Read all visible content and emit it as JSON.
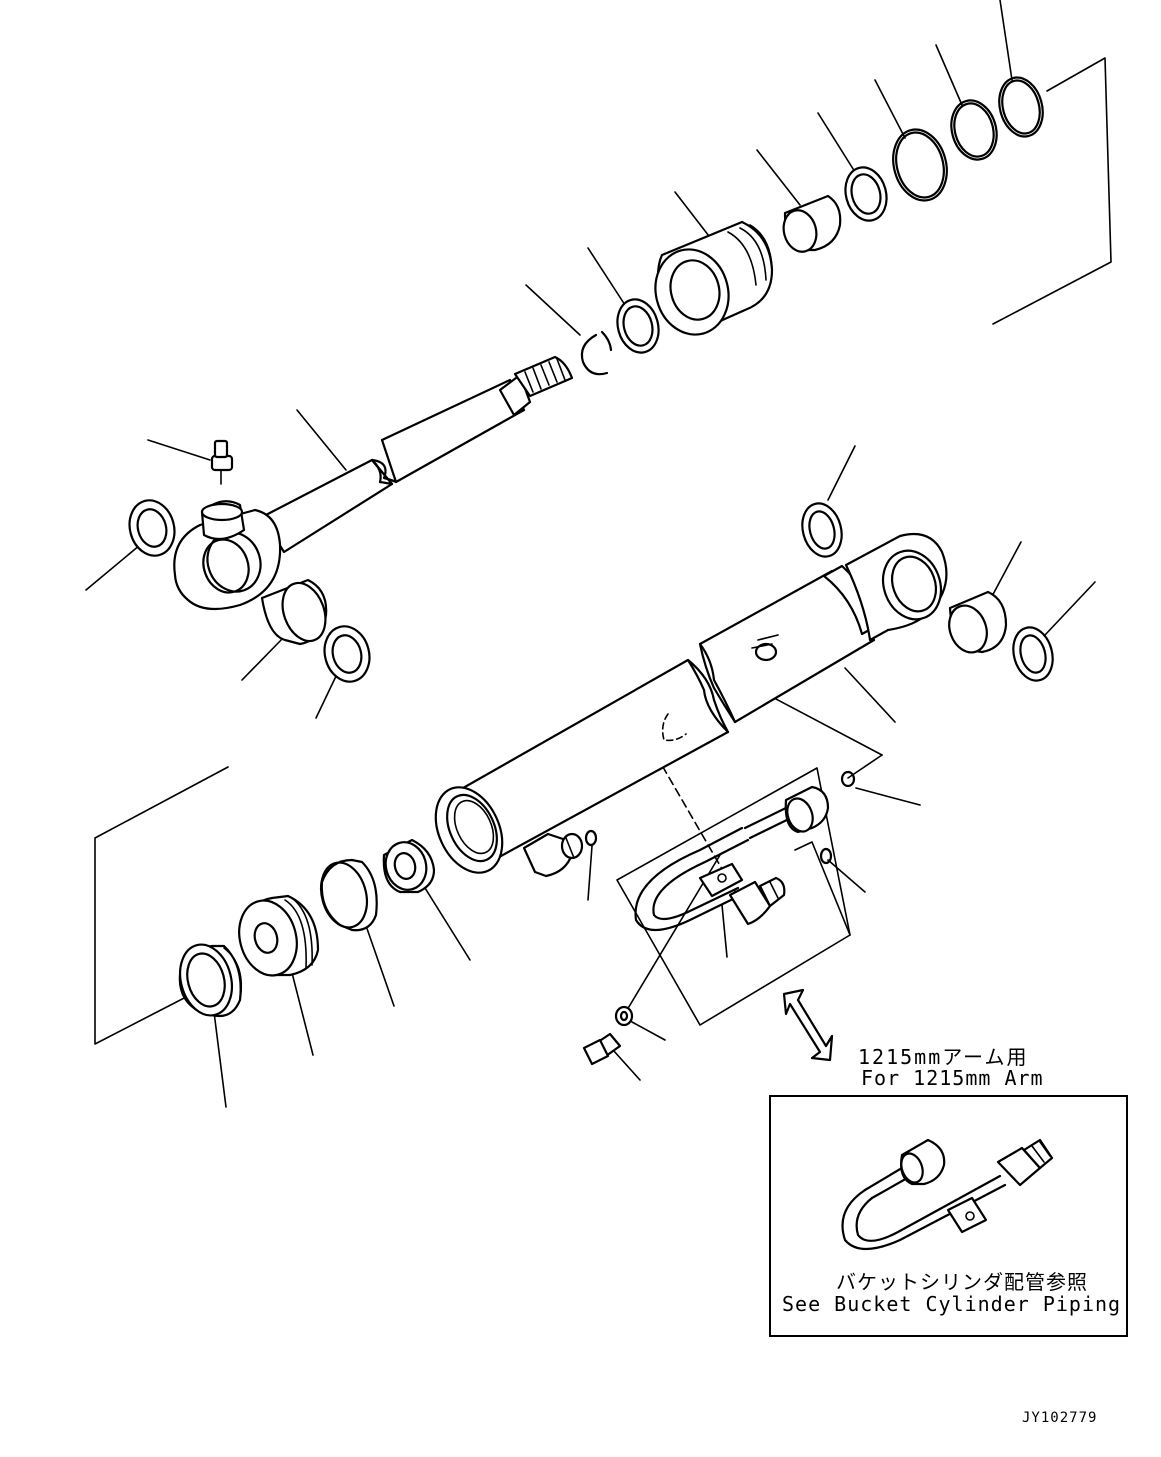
{
  "notes": {
    "arm_note_jp": "1215mmアーム用",
    "arm_note_en": "For 1215mm Arm",
    "see_note_jp": "バケットシリンダ配管参照",
    "see_note_en": "See Bucket Cylinder Piping",
    "drawing_number": "JY102779"
  }
}
